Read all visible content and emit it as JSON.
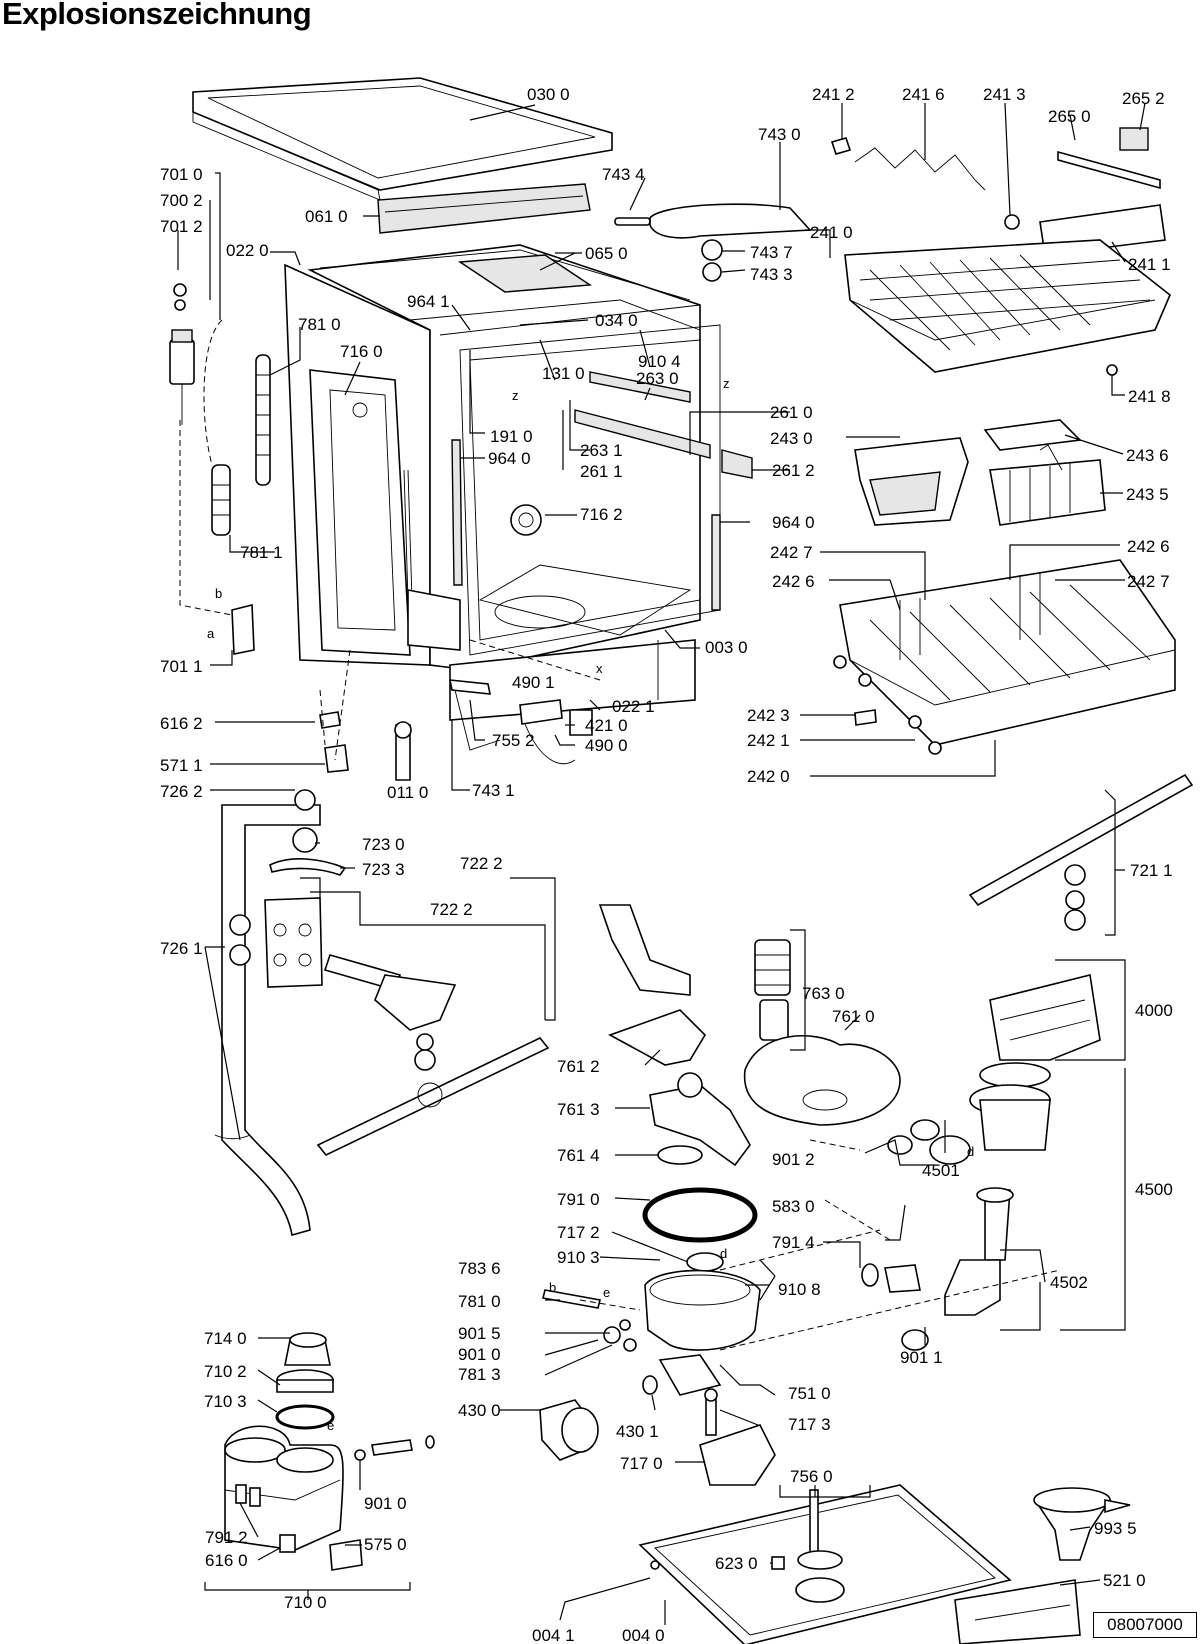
{
  "title": "Explosionszeichnung",
  "drawing_number": "08007000",
  "callouts": [
    "030 0",
    "061 0",
    "022 0",
    "065 0",
    "964 1",
    "034 0",
    "781 0",
    "716 0",
    "131 0",
    "910 4",
    "263 0",
    "191 0",
    "964 0",
    "263 1",
    "261 1",
    "261 0",
    "261 2",
    "716 2",
    "964 0",
    "003 0",
    "022 1",
    "490 1",
    "421 0",
    "490 0",
    "755 2",
    "743 1",
    "011 0",
    "701 0",
    "700 2",
    "701 2",
    "781 1",
    "701 1",
    "616 2",
    "571 1",
    "726 2",
    "723 0",
    "723 3",
    "722 2",
    "722 2",
    "726 1",
    "241 2",
    "241 6",
    "241 3",
    "265 0",
    "265 2",
    "743 0",
    "743 4",
    "743 7",
    "743 3",
    "241 0",
    "241 1",
    "241 8",
    "243 0",
    "243 6",
    "243 5",
    "242 7",
    "242 6",
    "242 6",
    "242 7",
    "242 3",
    "242 1",
    "242 0",
    "721 1",
    "763 0",
    "761 0",
    "4000",
    "761 2",
    "761 3",
    "761 4",
    "901 2",
    "4501",
    "4500",
    "791 0",
    "717 2",
    "910 3",
    "910 8",
    "583 0",
    "791 4",
    "4502",
    "783 6",
    "781 0",
    "901 5",
    "901 0",
    "781 3",
    "901 1",
    "751 0",
    "430 0",
    "430 1",
    "717 3",
    "717 0",
    "714 0",
    "710 2",
    "710 3",
    "901 0",
    "791 2",
    "616 0",
    "575 0",
    "710 0",
    "756 0",
    "623 0",
    "993 5",
    "521 0",
    "004 1",
    "004 0"
  ],
  "markers": [
    "z",
    "z",
    "x",
    "a",
    "b",
    "b",
    "e",
    "e",
    "d",
    "d"
  ]
}
